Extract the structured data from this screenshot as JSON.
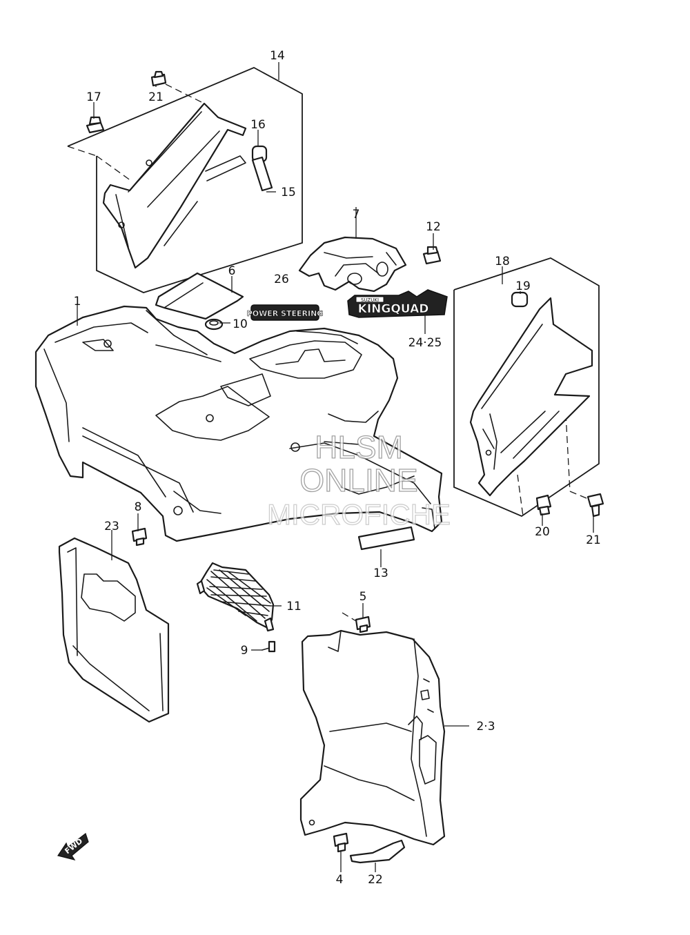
{
  "diagram": {
    "callouts": [
      "14",
      "21",
      "17",
      "16",
      "15",
      "7",
      "12",
      "26",
      "6",
      "18",
      "19",
      "1",
      "10",
      "24·25",
      "8",
      "23",
      "20",
      "21",
      "13",
      "11",
      "5",
      "9",
      "2·3",
      "4",
      "22"
    ],
    "decals": {
      "power_steering": "POWER STEERING",
      "kingquad_brand": "SUZUKI",
      "kingquad": "KINGQUAD"
    },
    "fwd_arrow": "FWD",
    "watermark": [
      "HLSM",
      "ONLINE",
      "MICROFICHE"
    ]
  }
}
